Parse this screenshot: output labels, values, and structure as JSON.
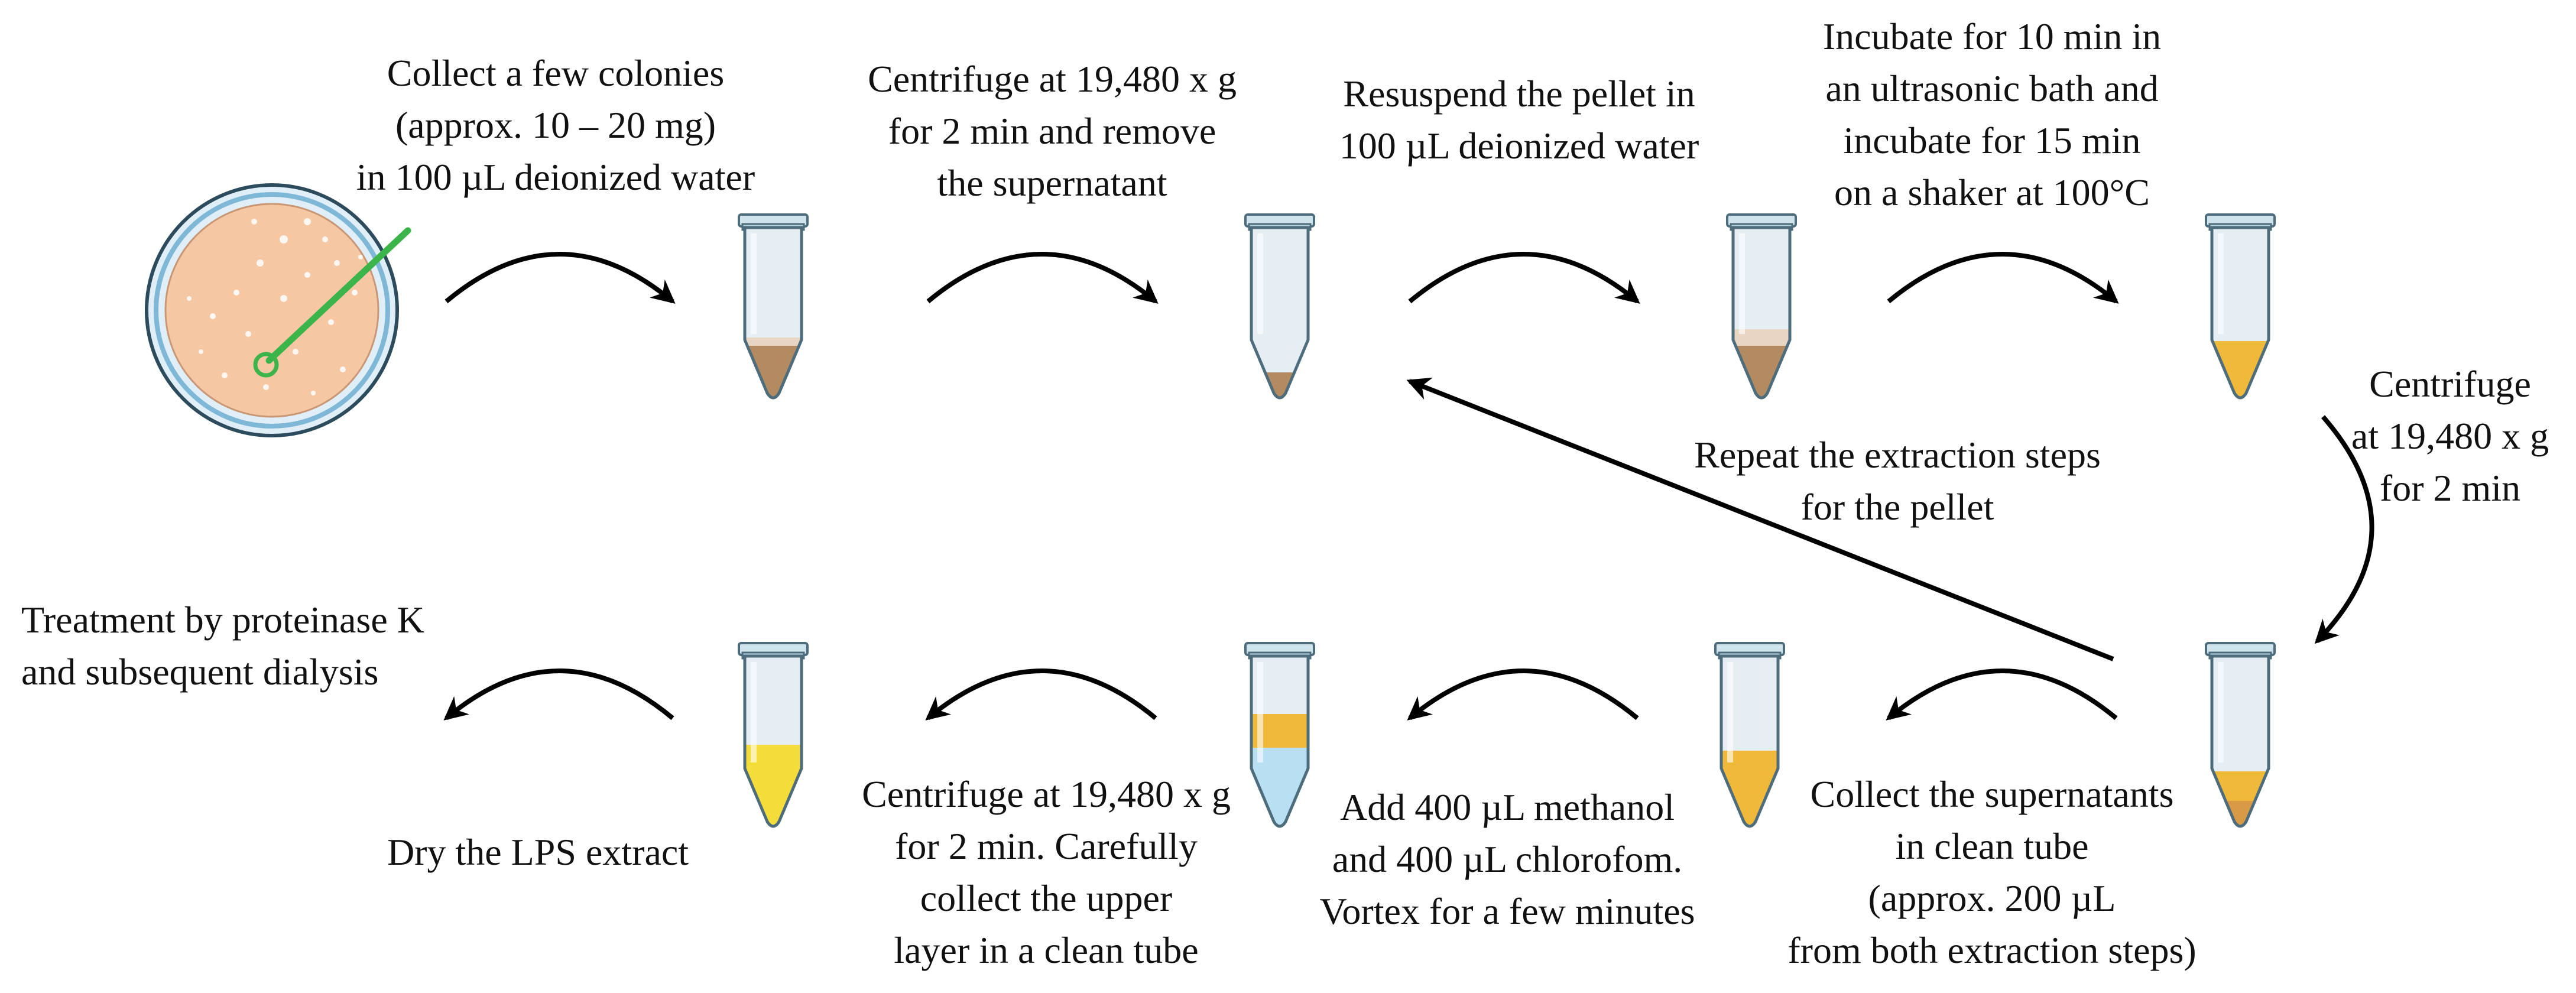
{
  "steps": {
    "collect": {
      "lines": [
        "Collect a few colonies",
        "(approx. 10 – 20 mg)",
        "in 100 µL deionized water"
      ]
    },
    "centrifuge_remove": {
      "lines": [
        "Centrifuge at 19,480 x g",
        "for 2 min and remove",
        "the supernatant"
      ]
    },
    "resuspend": {
      "lines": [
        "Resuspend the pellet in",
        "100 µL deionized water"
      ]
    },
    "incubate": {
      "lines": [
        "Incubate for 10 min in",
        "an ultrasonic bath and",
        "incubate for 15 min",
        "on a shaker at 100°C"
      ]
    },
    "centrifuge_2": {
      "lines": [
        "Centrifuge",
        "at 19,480 x g",
        "for 2 min"
      ]
    },
    "repeat": {
      "lines": [
        "Repeat the extraction steps",
        "for the pellet"
      ]
    },
    "collect_supernatants": {
      "lines": [
        "Collect the supernatants",
        "in clean tube",
        "(approx. 200 µL",
        "from both extraction steps)"
      ]
    },
    "add_methanol": {
      "lines": [
        "Add 400 µL methanol",
        "and 400 µL chlorofom.",
        "Vortex for a few minutes"
      ]
    },
    "centrifuge_upper": {
      "lines": [
        "Centrifuge at 19,480 x g",
        "for 2 min. Carefully",
        "collect the upper",
        "layer in a clean tube"
      ]
    },
    "dry": {
      "lines": [
        "Dry the LPS extract"
      ]
    },
    "treatment": {
      "lines": [
        "Treatment by proteinase K",
        "and subsequent dialysis"
      ]
    }
  },
  "colors": {
    "agar": "#f6c7a3",
    "plate_rim": "#7fb7d6",
    "loop": "#3bb54a",
    "tube_body": "#e6eef3",
    "tube_cap": "#cfe3ec",
    "pellet": "#b48a60",
    "suspension": "#e9d6c2",
    "orange_liquid": "#f0b93a",
    "yellow_liquid": "#f4dc3a",
    "blue_layer": "#b9dff3"
  }
}
